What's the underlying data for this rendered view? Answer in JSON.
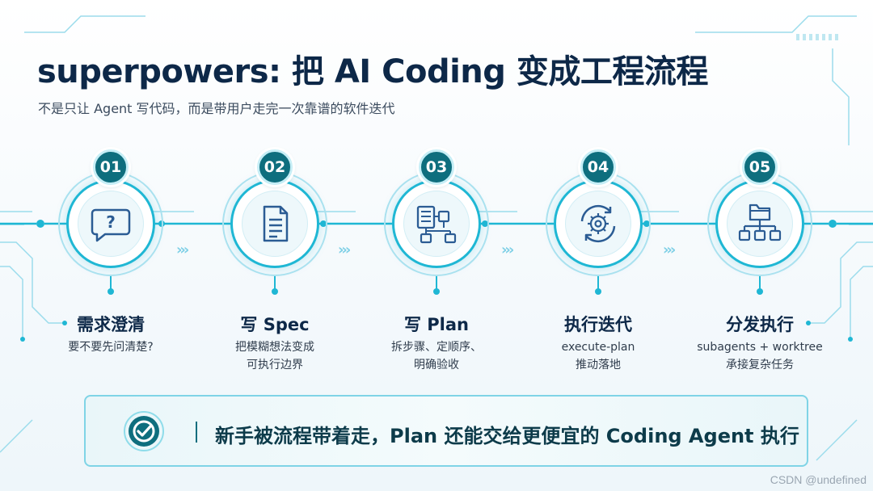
{
  "header": {
    "title": "superpowers: 把 AI Coding 变成工程流程",
    "subtitle": "不是只让 Agent 写代码，而是带用户走完一次靠谱的软件迭代"
  },
  "steps": [
    {
      "number": "01",
      "title": "需求澄清",
      "desc": [
        "要不要先问清楚?"
      ],
      "icon": "question-bubble-icon"
    },
    {
      "number": "02",
      "title": "写 Spec",
      "desc": [
        "把模糊想法变成",
        "可执行边界"
      ],
      "icon": "document-icon"
    },
    {
      "number": "03",
      "title": "写 Plan",
      "desc": [
        "拆步骤、定顺序、",
        "明确验收"
      ],
      "icon": "plan-flow-icon"
    },
    {
      "number": "04",
      "title": "执行迭代",
      "desc": [
        "execute-plan",
        "推动落地"
      ],
      "icon": "gear-cycle-icon"
    },
    {
      "number": "05",
      "title": "分发执行",
      "desc": [
        "subagents + worktree",
        "承接复杂任务"
      ],
      "icon": "folder-tree-icon"
    }
  ],
  "banner": {
    "text": "新手被流程带着走，Plan 还能交给更便宜的 Coding Agent 执行",
    "icon": "check-badge-icon"
  },
  "watermark": "CSDN @undefined",
  "colors": {
    "primary": "#0d2848",
    "accent": "#1fb7d4",
    "badge": "#0e6e7e",
    "icon_stroke": "#2b5c94"
  }
}
